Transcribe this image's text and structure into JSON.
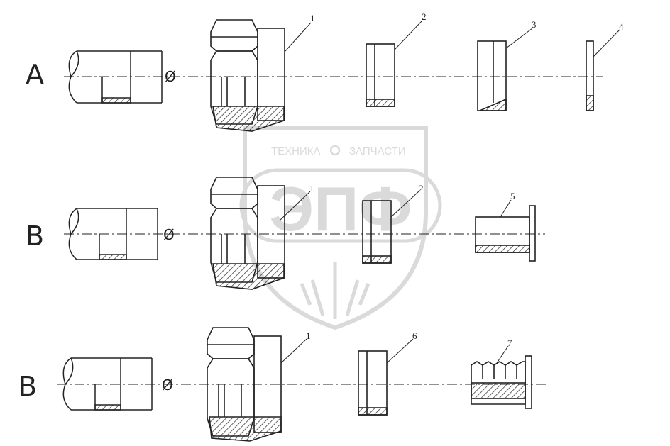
{
  "rows": [
    {
      "label": "A",
      "diameter_symbol": "Ø"
    },
    {
      "label": "B",
      "diameter_symbol": "Ø"
    },
    {
      "label": "B",
      "diameter_symbol": "Ø"
    }
  ],
  "callouts": [
    "1",
    "2",
    "3",
    "4",
    "1",
    "2",
    "5",
    "1",
    "6",
    "7"
  ],
  "watermark": {
    "top_left": "ТЕХНИКА",
    "top_right": "ЗАПЧАСТИ",
    "logo": "ЭПФ"
  },
  "colors": {
    "line": "#222222",
    "watermark": "#bdbdbd",
    "background": "#ffffff"
  }
}
